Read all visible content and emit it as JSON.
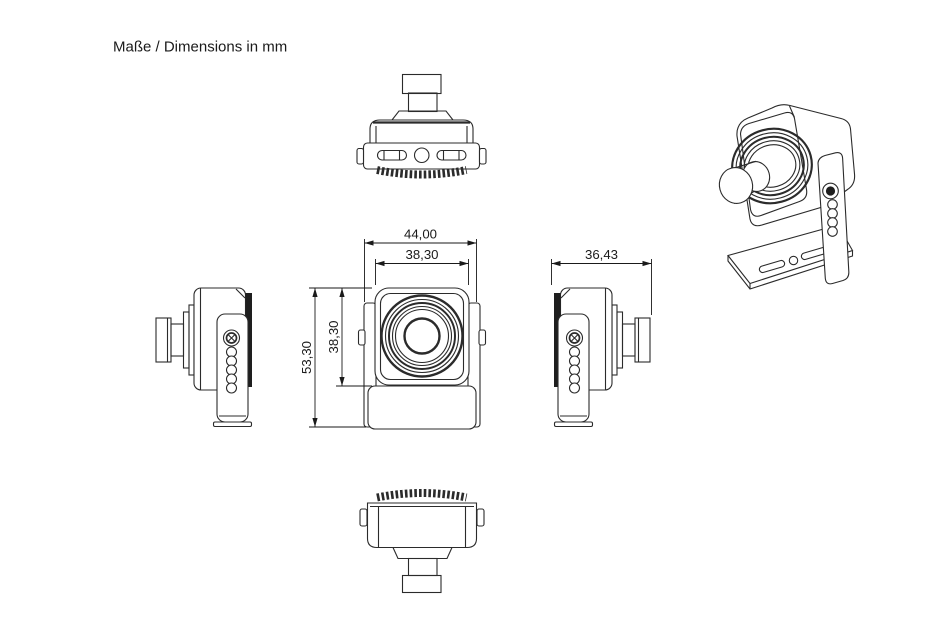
{
  "title": "Maße / Dimensions in mm",
  "units": "mm",
  "dimensions": {
    "front": {
      "overall_width_mm": "44,00",
      "lens_face_width_mm": "38,30",
      "overall_height_mm": "53,30",
      "lens_face_height_mm": "38,30"
    },
    "side": {
      "depth_mm": "36,43"
    }
  },
  "colors": {
    "line": "#2b2b2b",
    "dimension": "#1a1a1a",
    "background": "#ffffff"
  }
}
